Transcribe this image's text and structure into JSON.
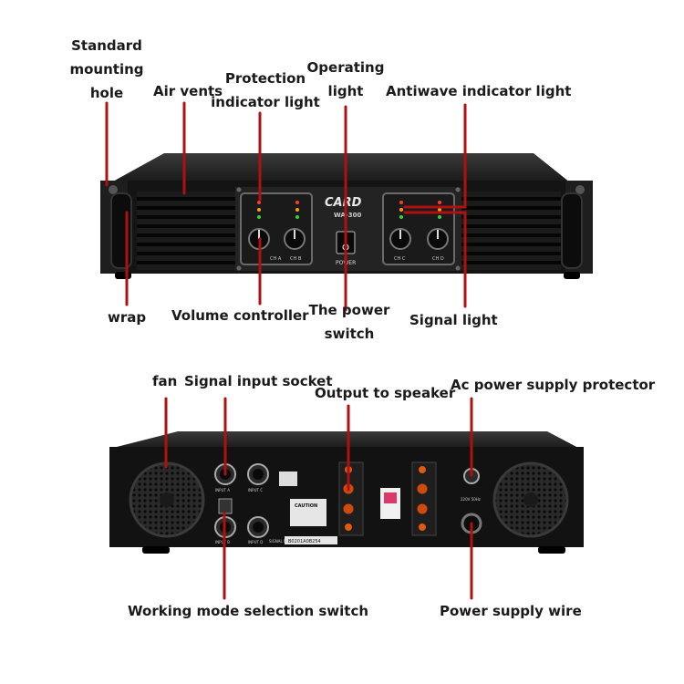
{
  "front_panel": {
    "labels": {
      "mounting_hole": [
        "Standard",
        "mounting",
        "hole"
      ],
      "air_vents": "Air vents",
      "protection_light": [
        "Protection",
        "indicator light"
      ],
      "operating_light": [
        "Operating",
        "light"
      ],
      "antiwave_light": "Antiwave indicator light",
      "wrap": "wrap",
      "volume_controller": "Volume controller",
      "power_switch": [
        "The power",
        "switch"
      ],
      "signal_light": "Signal light"
    },
    "device": {
      "brand": "CARD",
      "model": "WA-300",
      "power_text": "POWER",
      "knob_left_a": "CH A",
      "knob_left_b": "CH B",
      "knob_right_c": "CH C",
      "knob_right_d": "CH D"
    }
  },
  "rear_panel": {
    "labels": {
      "fan": "fan",
      "signal_input": "Signal input socket",
      "output_speaker": "Output to speaker",
      "ac_protector": "Ac power supply protector",
      "mode_switch": "Working mode selection switch",
      "power_wire": "Power supply wire"
    },
    "device": {
      "input_a": "INPUT A",
      "input_c": "INPUT C",
      "input_b": "INPUT B",
      "input_d": "INPUT D",
      "caution": "CAUTION",
      "voltage": "220V 50Hz",
      "signal_no": "SIGNAL NO.",
      "serial": "B0201A0B254"
    }
  },
  "colors": {
    "leader": "#b01010",
    "label": "#1a1a1a",
    "chassis": "#141414"
  }
}
